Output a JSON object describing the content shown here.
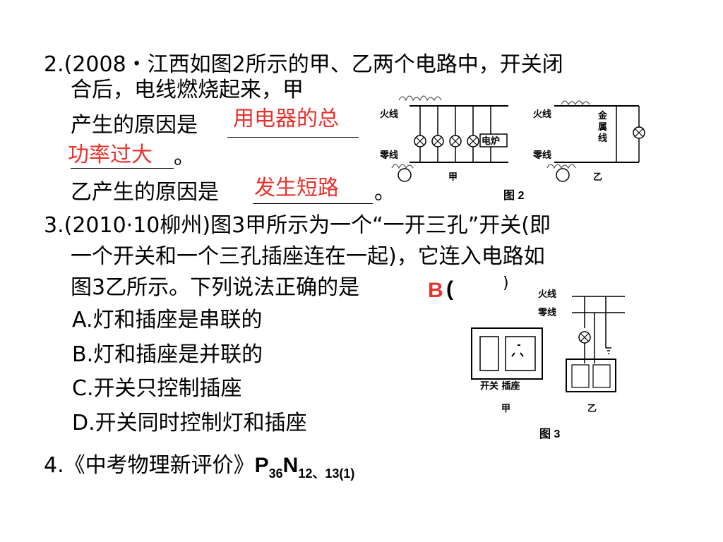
{
  "q2": {
    "line1": "2.(2008・江西如图2所示的甲、乙两个电路中，开关闭",
    "line2": "合后，电线燃烧起来，甲",
    "line3_prefix": "产生的原因是",
    "answer1_part1": "用电器的总",
    "answer1_part2": "功率过大",
    "line4_end": "。",
    "line5_prefix": "乙产生的原因是",
    "answer2": "发生短路",
    "line5_end": "。"
  },
  "q3": {
    "line1": "3.(2010·10柳州)图3甲所示为一个“一开三孔”开关(即",
    "line2": "一个开关和一个三孔插座连在一起)，它连入电路如",
    "line3": "图3乙所示。下列说法正确的是",
    "answer": "B",
    "paren": "(",
    "paren_close": ")",
    "options": [
      "A.灯和插座是串联的",
      "B.灯和插座是并联的",
      "C.开关只控制插座",
      "D.开关同时控制灯和插座"
    ]
  },
  "q4": {
    "prefix": "4.《中考物理新评价》",
    "p": "P",
    "p_sub": "36",
    "n": "N",
    "n_sub": "12、13(1)"
  },
  "figure2": {
    "caption": "图 2",
    "jia": {
      "live_label": "火线",
      "neutral_label": "零线",
      "device_label": "电炉",
      "name": "甲"
    },
    "yi": {
      "live_label": "火线",
      "neutral_label": "零线",
      "metal_label": "金属线",
      "name": "乙"
    }
  },
  "figure3": {
    "caption": "图 3",
    "live_label": "火线",
    "neutral_label": "零线",
    "switch_socket_label": "开关 插座",
    "jia_name": "甲",
    "yi_name": "乙"
  },
  "colors": {
    "answer": "#e8322c",
    "text": "#000000"
  }
}
